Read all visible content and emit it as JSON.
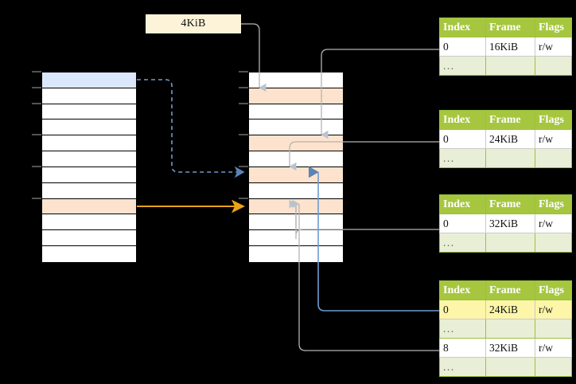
{
  "diagram": {
    "title_chip": {
      "label": "4KiB"
    },
    "virtual_memory_table": {
      "name": "virtual-address-space",
      "rows": 12,
      "highlights": {
        "blue_row_index": 1,
        "peach_row_index": 9
      }
    },
    "physical_memory_table": {
      "name": "physical-memory",
      "rows": 12,
      "peach_row_indices": [
        2,
        5,
        7,
        9
      ]
    },
    "page_tables": [
      {
        "id": "page-table-1",
        "headers": [
          "Index",
          "Frame",
          "Flags"
        ],
        "rows": [
          {
            "cells": [
              "0",
              "16KiB",
              "r/w"
            ],
            "ellipsis": false,
            "highlight": false
          },
          {
            "cells": [
              "...",
              "",
              ""
            ],
            "ellipsis": true,
            "highlight": false
          }
        ]
      },
      {
        "id": "page-table-2",
        "headers": [
          "Index",
          "Frame",
          "Flags"
        ],
        "rows": [
          {
            "cells": [
              "0",
              "24KiB",
              "r/w"
            ],
            "ellipsis": false,
            "highlight": false
          },
          {
            "cells": [
              "...",
              "",
              ""
            ],
            "ellipsis": true,
            "highlight": false
          }
        ]
      },
      {
        "id": "page-table-3",
        "headers": [
          "Index",
          "Frame",
          "Flags"
        ],
        "rows": [
          {
            "cells": [
              "0",
              "32KiB",
              "r/w"
            ],
            "ellipsis": false,
            "highlight": false
          },
          {
            "cells": [
              "...",
              "",
              ""
            ],
            "ellipsis": true,
            "highlight": false
          }
        ]
      },
      {
        "id": "page-table-4",
        "headers": [
          "Index",
          "Frame",
          "Flags"
        ],
        "rows": [
          {
            "cells": [
              "0",
              "24KiB",
              "r/w"
            ],
            "ellipsis": false,
            "highlight": true
          },
          {
            "cells": [
              "...",
              "",
              ""
            ],
            "ellipsis": true,
            "highlight": false
          },
          {
            "cells": [
              "8",
              "32KiB",
              "r/w"
            ],
            "ellipsis": false,
            "highlight": false
          },
          {
            "cells": [
              "...",
              "",
              ""
            ],
            "ellipsis": true,
            "highlight": false
          }
        ]
      }
    ],
    "colors": {
      "header_green": "#a6c63f",
      "ellipsis_green": "#e9efd6",
      "highlight_yellow": "#fdf6a8",
      "chip_cream": "#fdf3d8",
      "peach": "#fde3cd",
      "blue_fill": "#dbe8fb",
      "blue_line": "#6e9bd1",
      "orange_line": "#e8a317",
      "grey_line": "#b3b3b3"
    }
  }
}
